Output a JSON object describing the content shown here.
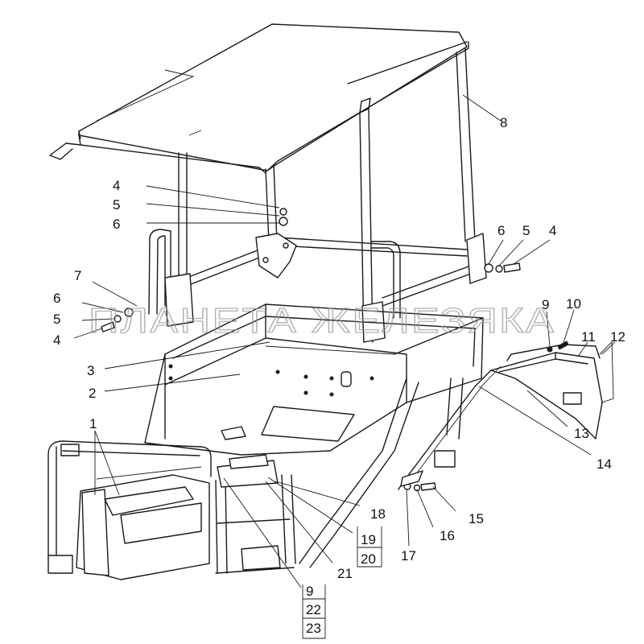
{
  "watermark": "ПЛАНЕТА ЖЕЛЕЗЯКА",
  "callouts": {
    "c1": "1",
    "c2": "2",
    "c3": "3",
    "c4a": "4",
    "c5a": "5",
    "c6a": "6",
    "c4b": "4",
    "c5b": "5",
    "c6b": "6",
    "c4c": "4",
    "c5c": "5",
    "c6c": "6",
    "c7": "7",
    "c8": "8",
    "c9a": "9",
    "c9b": "9",
    "c10": "10",
    "c11": "11",
    "c12": "12",
    "c13": "13",
    "c14": "14",
    "c15": "15",
    "c16": "16",
    "c17": "17",
    "c18": "18",
    "c19": "19",
    "c20": "20",
    "c21": "21",
    "c22": "22",
    "c23": "23"
  }
}
